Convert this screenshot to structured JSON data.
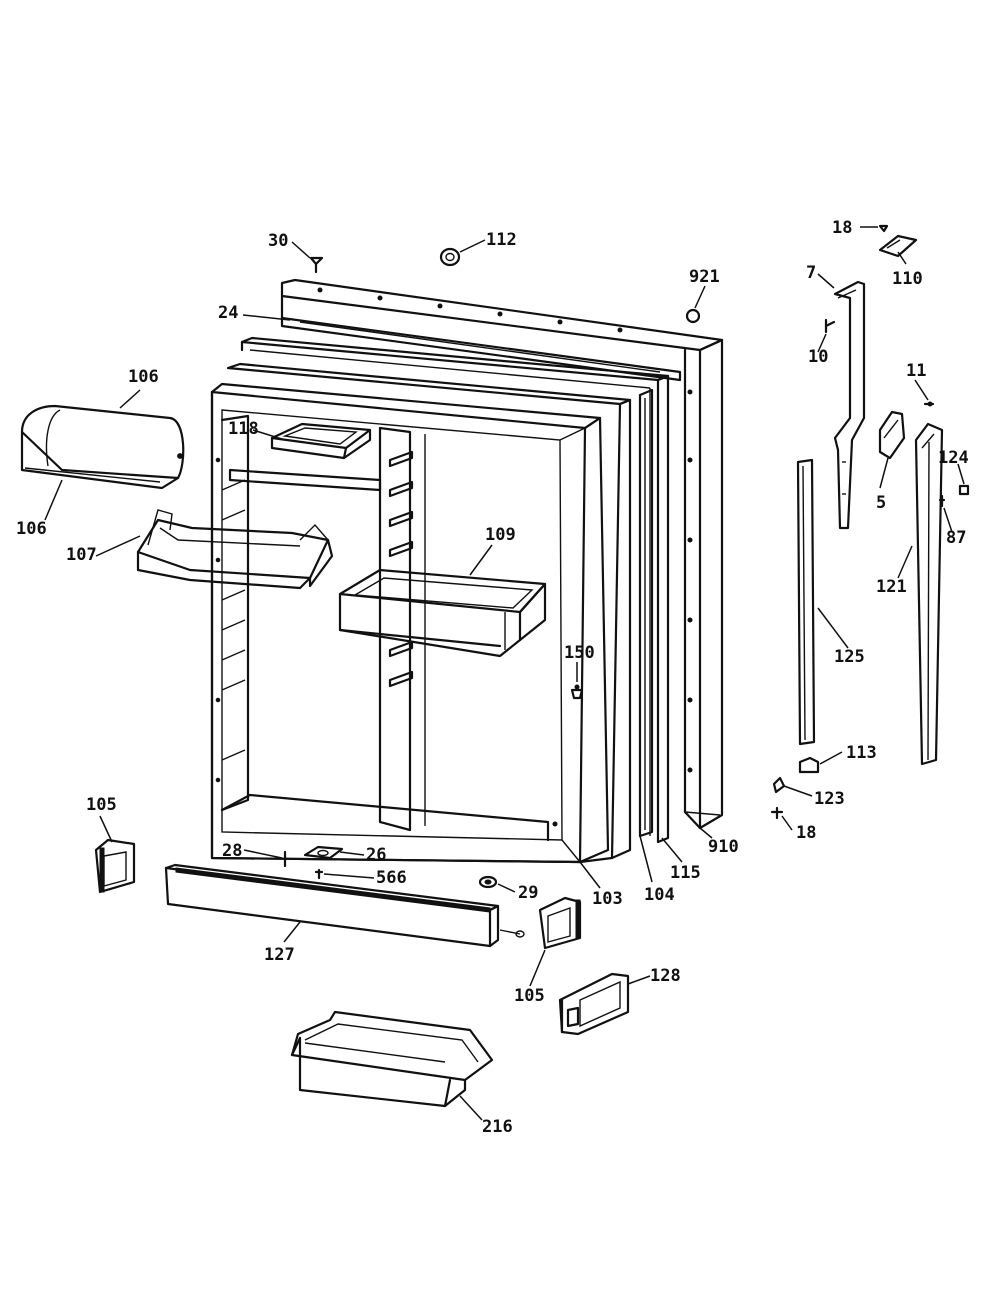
{
  "labels": {
    "p30": "30",
    "p112": "112",
    "p921": "921",
    "p24": "24",
    "p106a": "106",
    "p106b": "106",
    "p118": "118",
    "p107": "107",
    "p109": "109",
    "p150": "150",
    "p105a": "105",
    "p28": "28",
    "p26": "26",
    "p566": "566",
    "p29": "29",
    "p103": "103",
    "p104": "104",
    "p115": "115",
    "p910": "910",
    "p127": "127",
    "p105b": "105",
    "p128": "128",
    "p216": "216",
    "p18a": "18",
    "p110": "110",
    "p7": "7",
    "p10": "10",
    "p11": "11",
    "p124": "124",
    "p5": "5",
    "p87": "87",
    "p121": "121",
    "p125": "125",
    "p113": "113",
    "p123": "123",
    "p18b": "18"
  }
}
